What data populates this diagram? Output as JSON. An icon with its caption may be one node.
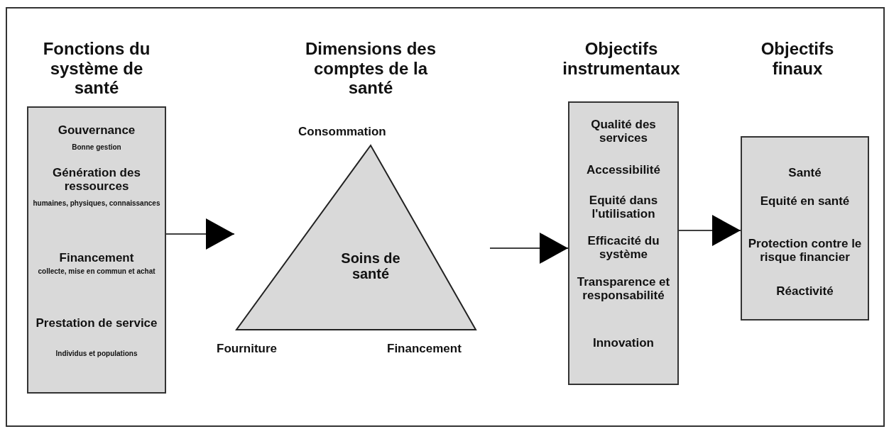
{
  "diagram": {
    "nodes": [
      {
        "text": [
          "Fonctions du système de santé",
          "Gouvernance",
          "Bonne gestion",
          "Génération des ressources",
          "humaines, physiques, connaissances",
          "Financement",
          "collecte, mise en commun et achat",
          "Prestation de service",
          "Individus et populations"
        ]
      },
      {
        "text": [
          "Dimensions des comptes de la santé",
          "Soins de santé"
        ],
        "beside": [
          "Consommation",
          "Fourniture",
          "Financement"
        ]
      },
      {
        "text": [
          "Objectifs instrumentaux",
          "Qualité des services",
          "Accessibilité",
          "Equité dans l'utilisation",
          "Efficacité du système",
          "Transparence et responsabilité",
          "Innovation"
        ]
      },
      {
        "text": [
          "Objectifs finaux",
          "Santé",
          "Equité en santé",
          "Protection contre le risque financier",
          "Réactivité"
        ]
      }
    ],
    "edges": [
      {
        "from": 0,
        "to": 1,
        "arrow": "to"
      },
      {
        "from": 1,
        "to": 2,
        "arrow": "to"
      },
      {
        "from": 2,
        "to": 3,
        "arrow": "to"
      }
    ]
  }
}
